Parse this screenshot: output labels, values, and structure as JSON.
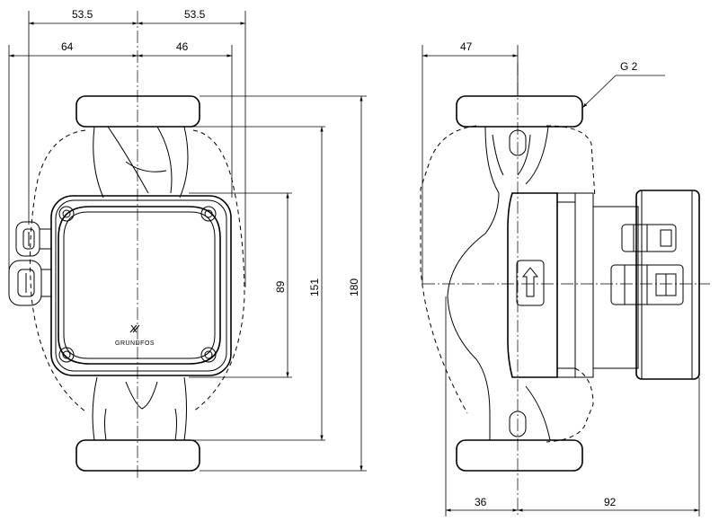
{
  "front_view": {
    "dims": {
      "top_left": "53.5",
      "top_right": "53.5",
      "mid_left": "64",
      "mid_right": "46",
      "height_89": "89",
      "height_151": "151",
      "height_180": "180"
    },
    "brand": "GRUNDFOS"
  },
  "side_view": {
    "dims": {
      "top": "47",
      "bottom_left": "36",
      "bottom_right": "92"
    },
    "thread": "G 2"
  }
}
